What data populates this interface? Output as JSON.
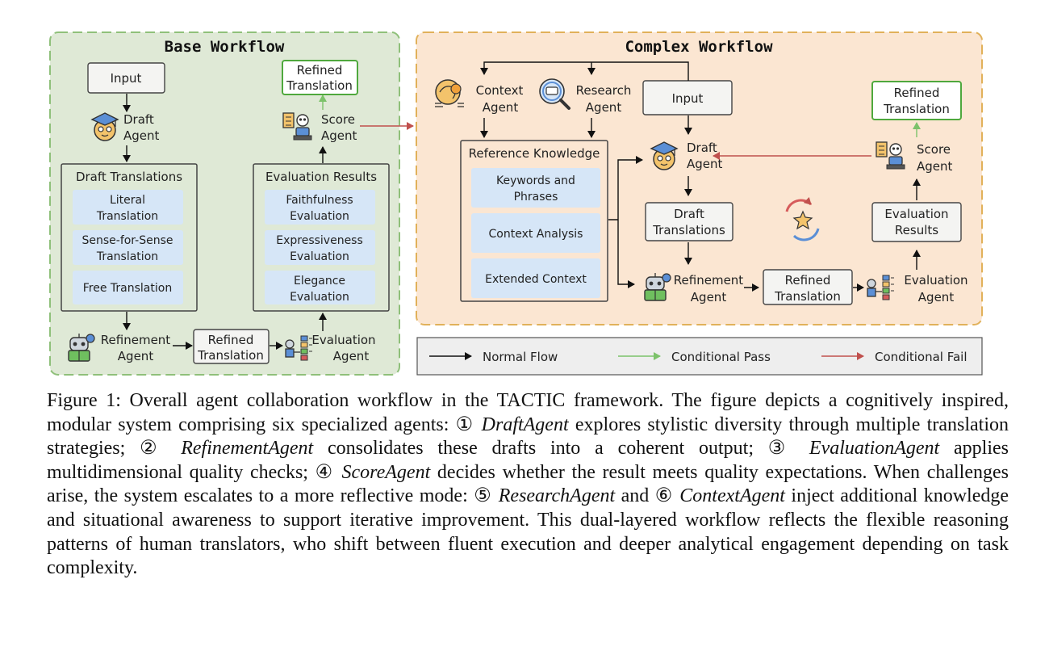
{
  "base": {
    "title": "Base Workflow",
    "input": "Input",
    "draft_agent": [
      "Draft",
      "Agent"
    ],
    "draft_translations": {
      "title": "Draft Translations",
      "items": [
        [
          "Literal",
          "Translation"
        ],
        [
          "Sense-for-Sense",
          "Translation"
        ],
        [
          "Free Translation"
        ]
      ]
    },
    "refinement_agent": [
      "Refinement",
      "Agent"
    ],
    "refined_translation": [
      "Refined",
      "Translation"
    ],
    "evaluation_agent": [
      "Evaluation",
      "Agent"
    ],
    "evaluation_results": {
      "title": "Evaluation Results",
      "items": [
        [
          "Faithfulness",
          "Evaluation"
        ],
        [
          "Expressiveness",
          "Evaluation"
        ],
        [
          "Elegance",
          "Evaluation"
        ]
      ]
    },
    "score_agent": [
      "Score",
      "Agent"
    ],
    "refined_output": [
      "Refined",
      "Translation"
    ]
  },
  "complex": {
    "title": "Complex Workflow",
    "context_agent": [
      "Context",
      "Agent"
    ],
    "research_agent": [
      "Research",
      "Agent"
    ],
    "input": "Input",
    "reference_knowledge": {
      "title": "Reference Knowledge",
      "items": [
        [
          "Keywords and",
          "Phrases"
        ],
        [
          "Context Analysis"
        ],
        [
          "Extended Context"
        ]
      ]
    },
    "draft_agent": [
      "Draft",
      "Agent"
    ],
    "draft_translations": [
      "Draft",
      "Translations"
    ],
    "refinement_agent": [
      "Refinement",
      "Agent"
    ],
    "refined_translation": [
      "Refined",
      "Translation"
    ],
    "evaluation_agent": [
      "Evaluation",
      "Agent"
    ],
    "evaluation_results": [
      "Evaluation",
      "Results"
    ],
    "score_agent": [
      "Score",
      "Agent"
    ],
    "refined_output": [
      "Refined",
      "Translation"
    ]
  },
  "legend": {
    "normal": "Normal Flow",
    "pass": "Conditional Pass",
    "fail": "Conditional Fail"
  },
  "colors": {
    "base_bg": "#dfe9d6",
    "base_border": "#8fc07a",
    "complex_bg": "#fbe6d2",
    "complex_border": "#e1b15a",
    "item_fill": "#d6e6f7",
    "pass_arrow": "#7cc26a",
    "fail_arrow": "#c0504d",
    "refined_box_border": "#4fa83d"
  },
  "caption": {
    "label": "Figure 1:",
    "parts": [
      " Overall agent collaboration workflow in the TACTIC framework. The figure depicts a cognitively inspired, modular system comprising six specialized agents: ① ",
      "DraftAgent",
      " explores stylistic diversity through multiple translation strategies; ② ",
      "RefinementAgent",
      " consolidates these drafts into a coherent output; ③ ",
      "EvaluationAgent",
      " applies multidimensional quality checks; ④ ",
      "ScoreAgent",
      " decides whether the result meets quality expectations. When challenges arise, the system escalates to a more reflective mode: ⑤ ",
      "ResearchAgent",
      " and ⑥ ",
      "ContextAgent",
      " inject additional knowledge and situational awareness to support iterative improvement. This dual-layered workflow reflects the flexible reasoning patterns of human translators, who shift between fluent execution and deeper analytical engagement depending on task complexity."
    ]
  }
}
